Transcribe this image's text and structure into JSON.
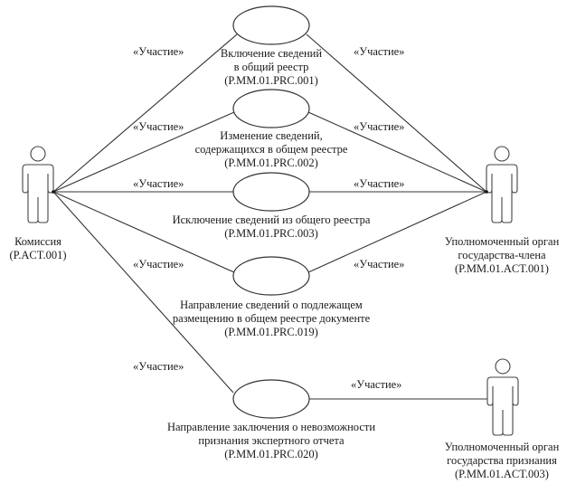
{
  "diagram": {
    "type": "UML use case diagram",
    "stereotype": "«Участие»",
    "actors": [
      {
        "id": "commission",
        "lines": [
          "Комиссия",
          "(P.ACT.001)"
        ]
      },
      {
        "id": "member-state-body",
        "lines": [
          "Уполномоченный орган",
          "государства-члена",
          "(P.MM.01.ACT.001)"
        ]
      },
      {
        "id": "recognition-state-body",
        "lines": [
          "Уполномоченный орган",
          "государства признания",
          "(P.MM.01.ACT.003)"
        ]
      }
    ],
    "use_cases": [
      {
        "id": "prc001",
        "lines": [
          "Включение сведений",
          "в общий реестр",
          "(P.MM.01.PRC.001)"
        ]
      },
      {
        "id": "prc002",
        "lines": [
          "Изменение сведений,",
          "содержащихся в общем реестре",
          "(P.MM.01.PRC.002)"
        ]
      },
      {
        "id": "prc003",
        "lines": [
          "Исключение сведений из общего реестра",
          "(P.MM.01.PRC.003)"
        ]
      },
      {
        "id": "prc019",
        "lines": [
          "Направление сведений о подлежащем",
          "размещению в общем реестре документе",
          "(P.MM.01.PRC.019)"
        ]
      },
      {
        "id": "prc020",
        "lines": [
          "Направление заключения о невозможности",
          "признания экспертного отчета",
          "(P.MM.01.PRC.020)"
        ]
      }
    ],
    "associations": [
      {
        "from": "commission",
        "to": "prc001",
        "label": "«Участие»"
      },
      {
        "from": "commission",
        "to": "prc002",
        "label": "«Участие»"
      },
      {
        "from": "commission",
        "to": "prc003",
        "label": "«Участие»"
      },
      {
        "from": "commission",
        "to": "prc019",
        "label": "«Участие»"
      },
      {
        "from": "commission",
        "to": "prc020",
        "label": "«Участие»"
      },
      {
        "from": "member-state-body",
        "to": "prc001",
        "label": "«Участие»"
      },
      {
        "from": "member-state-body",
        "to": "prc002",
        "label": "«Участие»"
      },
      {
        "from": "member-state-body",
        "to": "prc003",
        "label": "«Участие»"
      },
      {
        "from": "member-state-body",
        "to": "prc019",
        "label": "«Участие»"
      },
      {
        "from": "recognition-state-body",
        "to": "prc020",
        "label": "«Участие»"
      }
    ]
  }
}
